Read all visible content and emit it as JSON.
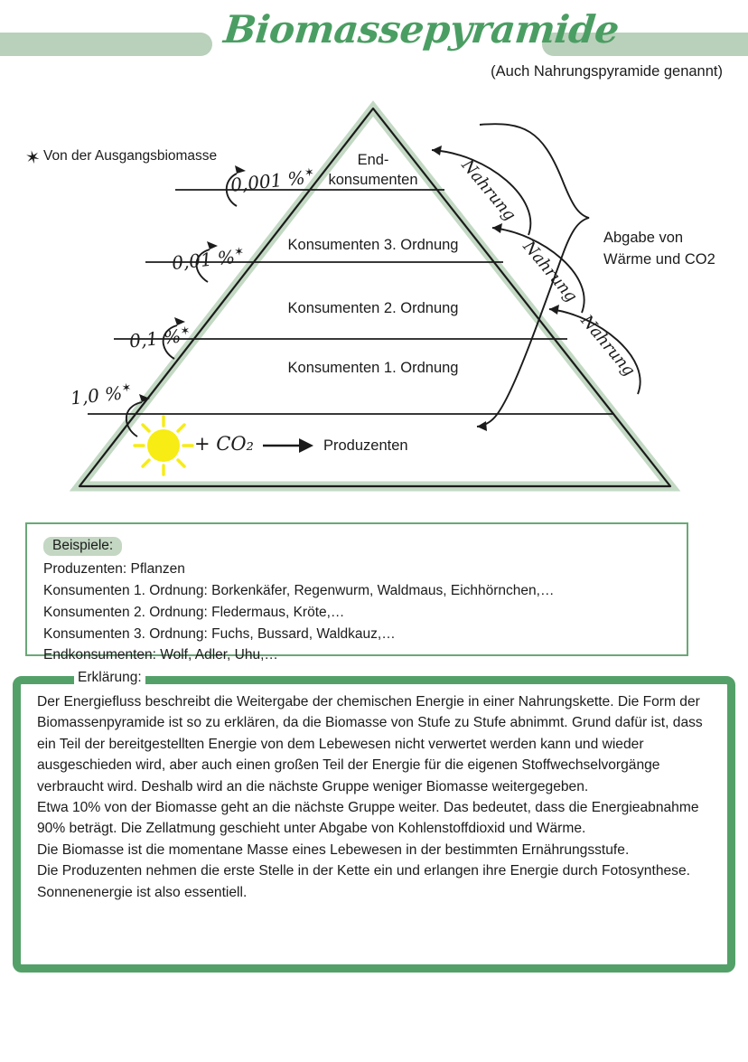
{
  "header": {
    "title": "Biomassepyramide",
    "subtitle": "(Auch Nahrungspyramide genannt)",
    "bar_color": "#b9d0ba",
    "title_color": "#4b9e63"
  },
  "diagram": {
    "legend_note": "Von der Ausgangsbiomasse",
    "legend_marker": "✶",
    "tiers": [
      {
        "label": "End-\nkonsumenten",
        "label_line1": "End-",
        "label_line2": "konsumenten",
        "percent": "0,001",
        "percent_label": "0,001 %"
      },
      {
        "label": "Konsumenten 3. Ordnung",
        "percent": "0,01",
        "percent_label": "0,01 %"
      },
      {
        "label": "Konsumenten 2. Ordnung",
        "percent": "0,1",
        "percent_label": "0,1 %"
      },
      {
        "label": "Konsumenten 1. Ordnung",
        "percent": "1,0",
        "percent_label": "1,0 %"
      },
      {
        "label": "Produzenten",
        "percent": "",
        "percent_label": ""
      }
    ],
    "food_arrow_labels": [
      "Nahrung",
      "Nahrung",
      "Nahrung"
    ],
    "side_note_line1": "Abgabe von",
    "side_note_line2": "Wärme und CO2",
    "sun_icon": "sun-icon",
    "co2_text": "+ CO₂",
    "pyramid_fill": "#ffffff",
    "pyramid_edge_color": "#c3d9c4",
    "pyramid_outline_color": "#1b1b1b",
    "sun_color": "#f7ec13"
  },
  "examples": {
    "heading": "Beispiele:",
    "lines": [
      "Produzenten: Pflanzen",
      "Konsumenten 1. Ordnung: Borkenkäfer, Regenwurm, Waldmaus, Eichhörnchen,…",
      "Konsumenten 2. Ordnung: Fledermaus, Kröte,…",
      "Konsumenten 3. Ordnung: Fuchs, Bussard, Waldkauz,…",
      "Endkonsumenten: Wolf, Adler, Uhu,…"
    ],
    "border_color": "#6aa877",
    "heading_highlight": "#c3d7c3"
  },
  "explanation": {
    "heading": "Erklärung:",
    "border_color": "#53a169",
    "paragraphs": [
      "Der Energiefluss beschreibt die Weitergabe der chemischen Energie in einer Nahrungskette. Die Form der Biomassenpyramide ist so zu erklären, da die Biomasse von Stufe zu Stufe abnimmt. Grund dafür ist, dass ein Teil der bereitgestellten Energie von dem Lebewesen nicht verwertet werden kann und wieder ausgeschieden wird, aber auch einen großen Teil der Energie für die eigenen Stoffwechselvorgänge verbraucht wird. Deshalb wird an die nächste Gruppe weniger Biomasse weitergegeben.",
      "Etwa 10% von der Biomasse geht an die nächste Gruppe weiter. Das bedeutet, dass die Energieabnahme 90% beträgt. Die Zellatmung geschieht unter Abgabe von Kohlenstoffdioxid und Wärme.",
      "Die Biomasse ist die momentane Masse eines Lebewesen in der bestimmten Ernährungsstufe.",
      "Die Produzenten nehmen die erste Stelle in der Kette ein und erlangen ihre Energie durch Fotosynthese. Sonnenenergie ist also essentiell."
    ]
  }
}
